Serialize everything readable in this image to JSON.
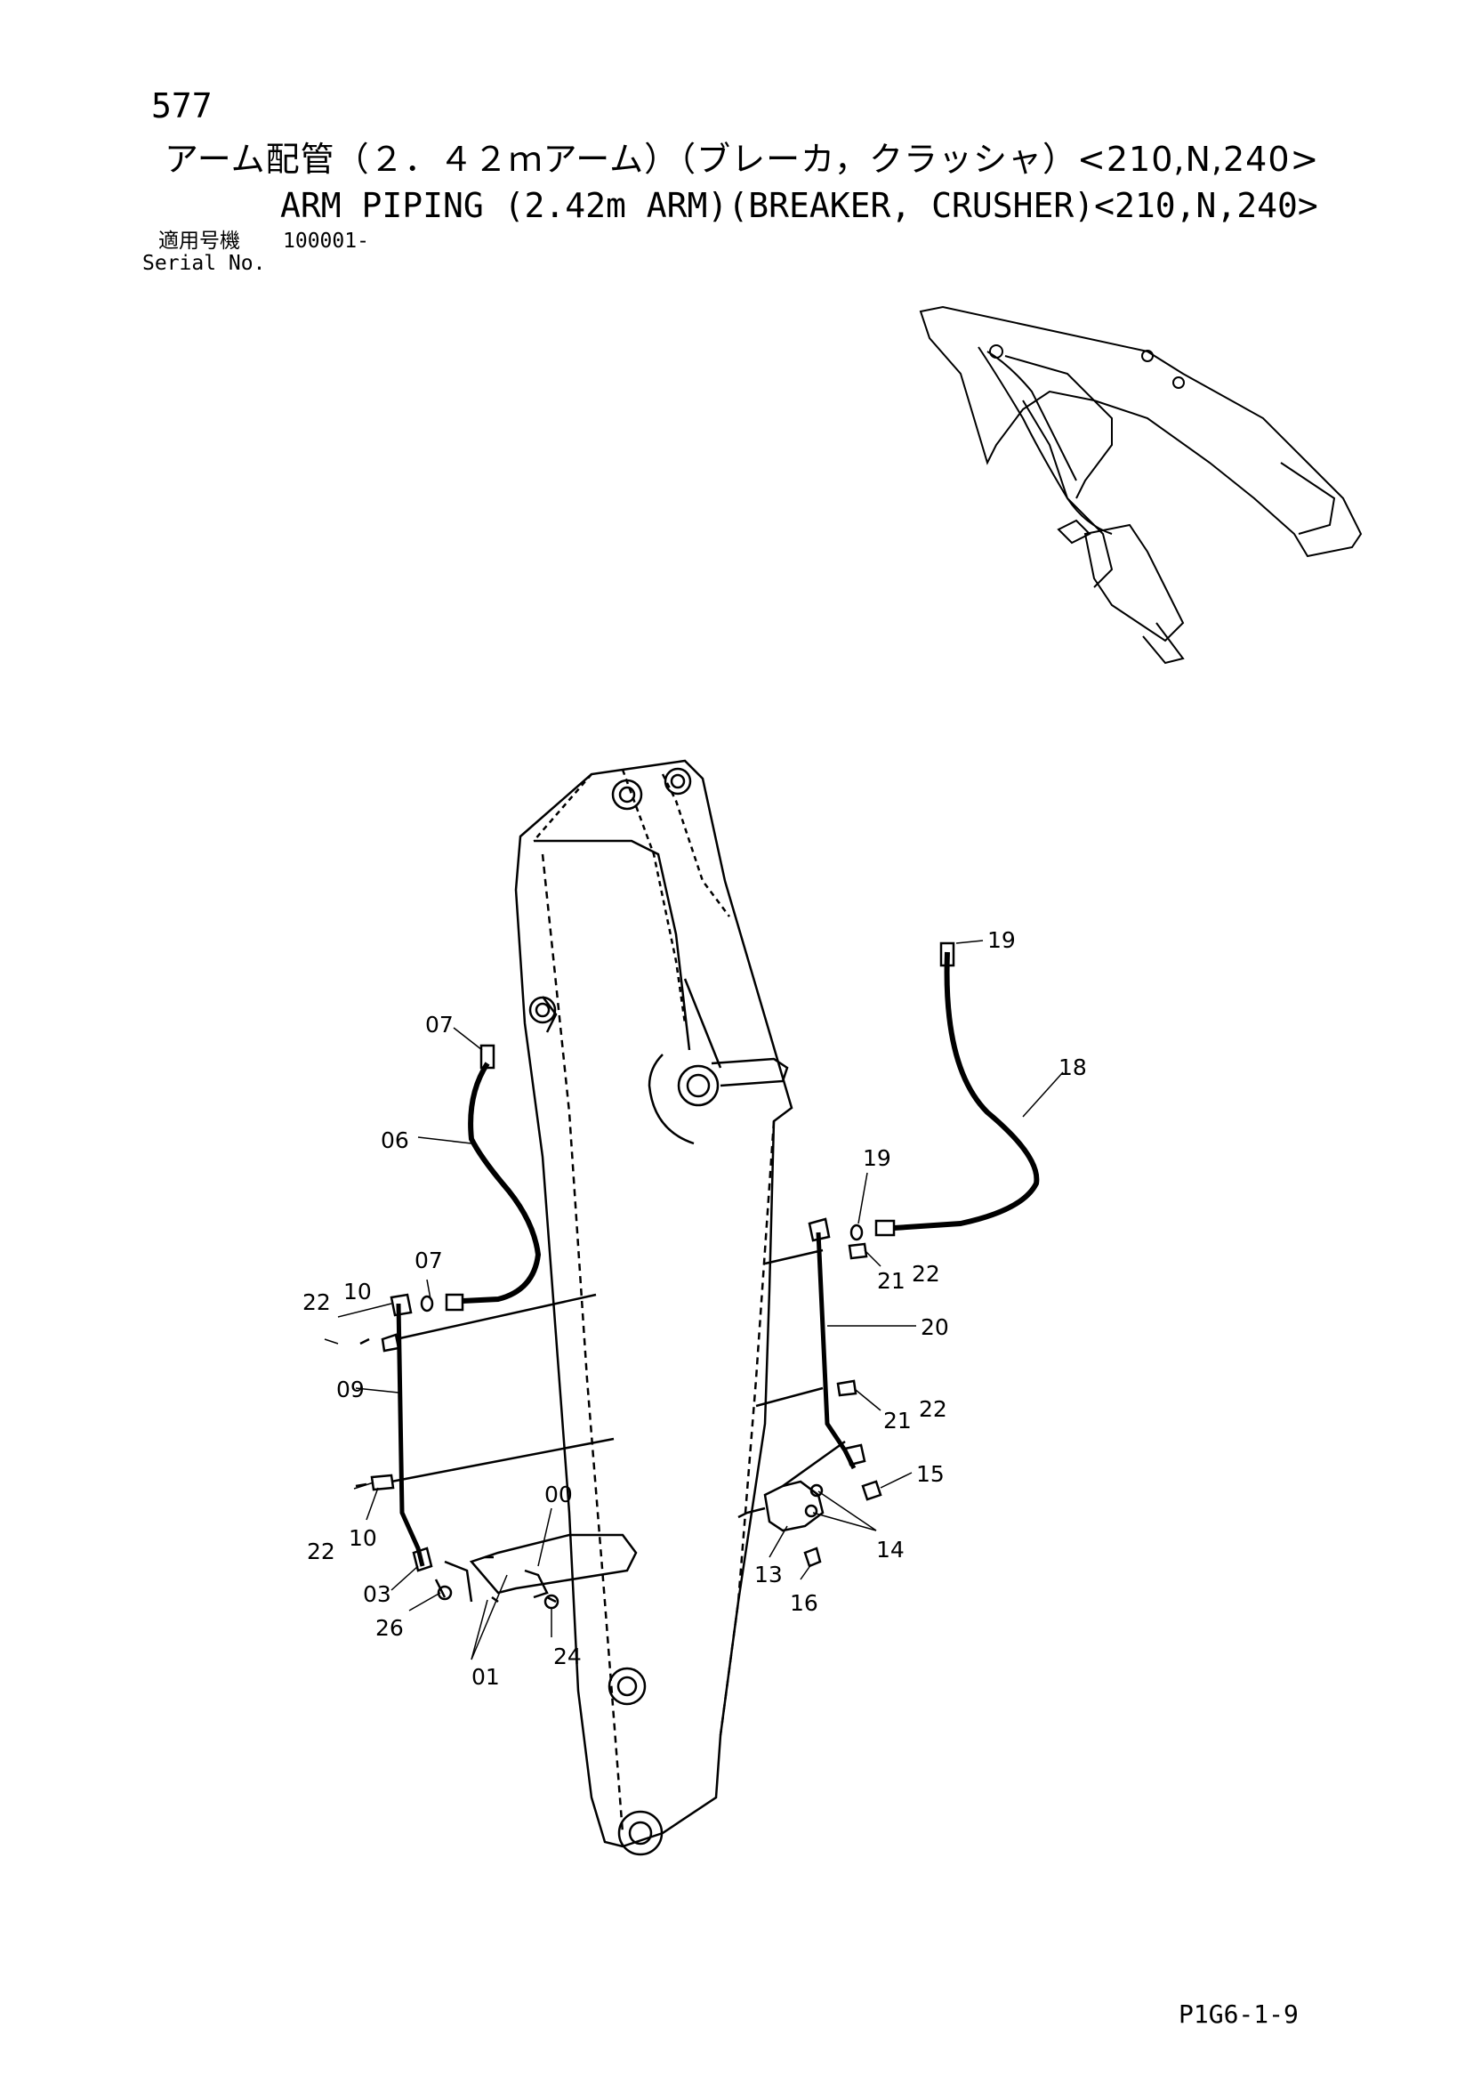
{
  "header": {
    "page_number": "577",
    "title_jp": "アーム配管（２．４２ｍアーム）（ブレーカ，クラッシャ）<210,N,240>",
    "title_en": "ARM PIPING (2.42m ARM)(BREAKER, CRUSHER)<210,N,240>",
    "serial_label_jp": "適用号機",
    "serial_value": "100001-",
    "serial_label_en": "Serial No."
  },
  "callouts": [
    "00",
    "01",
    "03",
    "06",
    "07",
    "07",
    "09",
    "10",
    "10",
    "13",
    "14",
    "15",
    "16",
    "18",
    "19",
    "19",
    "20",
    "21",
    "21",
    "22",
    "22",
    "22",
    "22",
    "24",
    "26"
  ],
  "footer": {
    "code": "P1G6-1-9"
  },
  "colors": {
    "line": "#000000",
    "background": "#ffffff"
  }
}
